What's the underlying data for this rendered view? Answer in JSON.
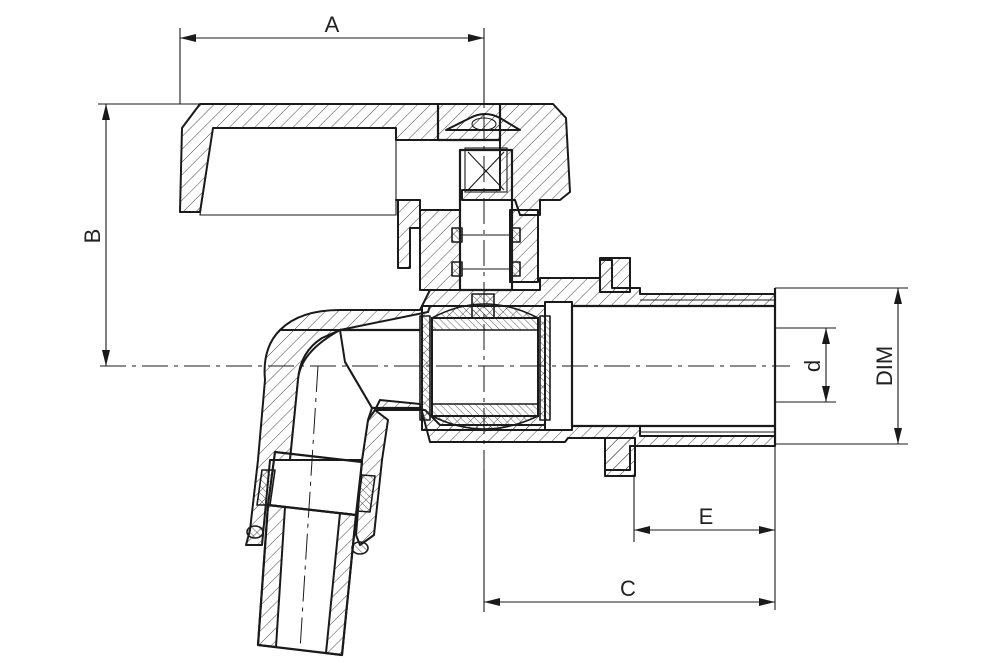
{
  "dimensions": {
    "A": "A",
    "B": "B",
    "C": "C",
    "E": "E",
    "d": "d",
    "DIM": "DIM"
  }
}
